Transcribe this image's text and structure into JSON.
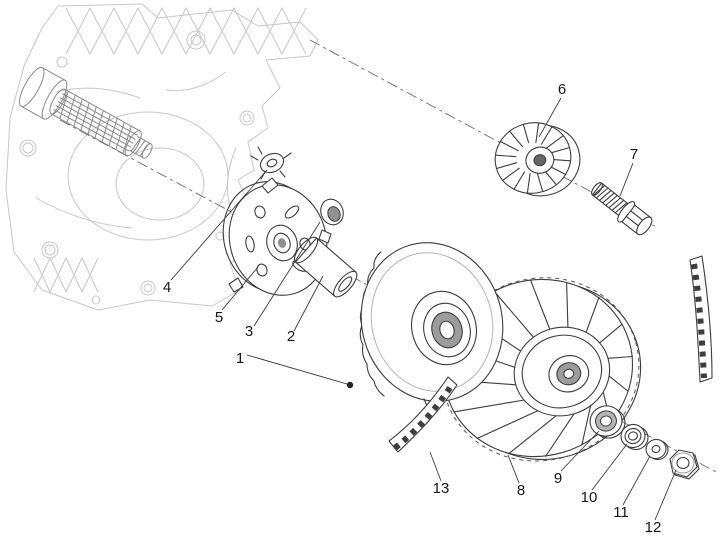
{
  "diagram": {
    "kind": "exploded-parts-diagram",
    "colors": {
      "background": "#ffffff",
      "part_line": "#3d3d3d",
      "faded_case": "#c7c7c7",
      "axis_line": "#6a6a6a",
      "callout_text": "#161616"
    },
    "callouts": [
      {
        "label": "1"
      },
      {
        "label": "2"
      },
      {
        "label": "3"
      },
      {
        "label": "4"
      },
      {
        "label": "5"
      },
      {
        "label": "6"
      },
      {
        "label": "7"
      },
      {
        "label": "8"
      },
      {
        "label": "9"
      },
      {
        "label": "10"
      },
      {
        "label": "11"
      },
      {
        "label": "12"
      },
      {
        "label": "13"
      }
    ]
  }
}
